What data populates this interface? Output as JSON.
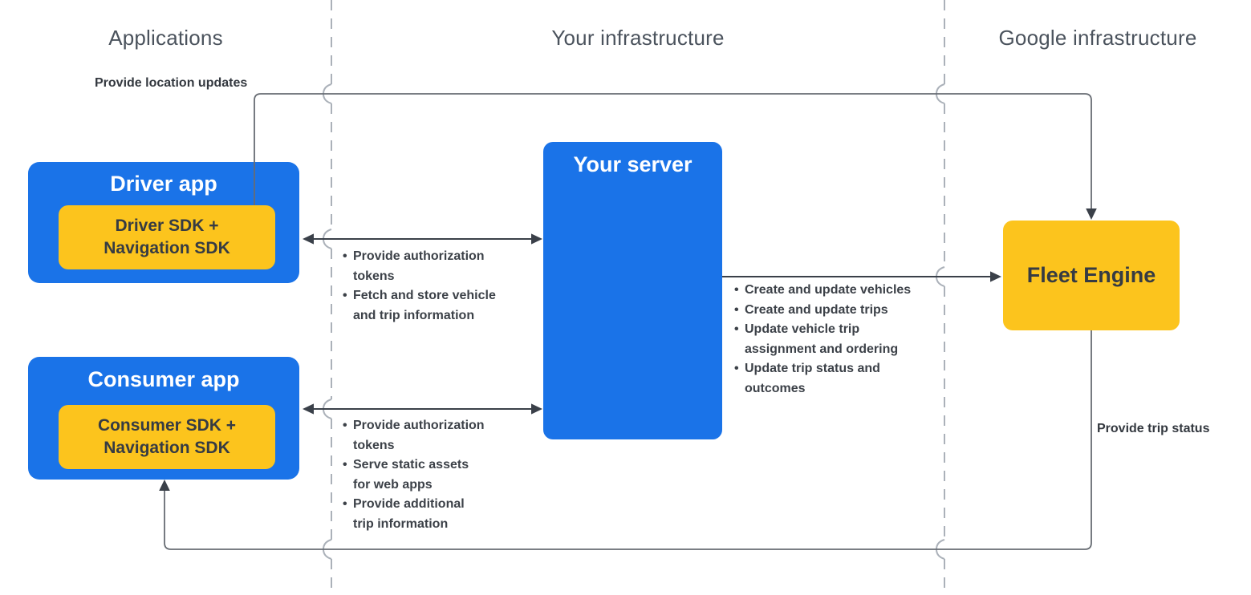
{
  "columns": {
    "applications": "Applications",
    "your_infrastructure": "Your infrastructure",
    "google_infrastructure": "Google infrastructure"
  },
  "nodes": {
    "driver_app": {
      "title": "Driver app",
      "sdk": [
        "Driver SDK +",
        "Navigation SDK"
      ]
    },
    "consumer_app": {
      "title": "Consumer app",
      "sdk": [
        "Consumer SDK +",
        "Navigation SDK"
      ]
    },
    "your_server": {
      "title": "Your server"
    },
    "fleet_engine": {
      "title": "Fleet Engine"
    }
  },
  "edge_labels": {
    "location_updates": "Provide location updates",
    "trip_status": "Provide trip status"
  },
  "bullet_lists": {
    "driver_server": {
      "items": [
        [
          "Provide authorization",
          "tokens"
        ],
        [
          "Fetch and store vehicle",
          "and trip information"
        ]
      ]
    },
    "consumer_server": {
      "items": [
        [
          "Provide authorization",
          "tokens"
        ],
        [
          "Serve static assets",
          "for web apps"
        ],
        [
          "Provide additional",
          "trip information"
        ]
      ]
    },
    "server_fleet": {
      "items": [
        [
          "Create and update vehicles"
        ],
        [
          "Create and update trips"
        ],
        [
          "Update vehicle trip",
          "assignment and ordering"
        ],
        [
          "Update trip status and",
          "outcomes"
        ]
      ]
    }
  },
  "glyphs": {
    "bullet": "•"
  },
  "colors": {
    "blue": "#1A73E8",
    "yellow": "#FCC41D",
    "route_line": "#676C73",
    "dash_line": "#ABB1B9",
    "arrow": "#3A4049",
    "dark_text": "#363B43",
    "header_text": "#4B535D"
  }
}
